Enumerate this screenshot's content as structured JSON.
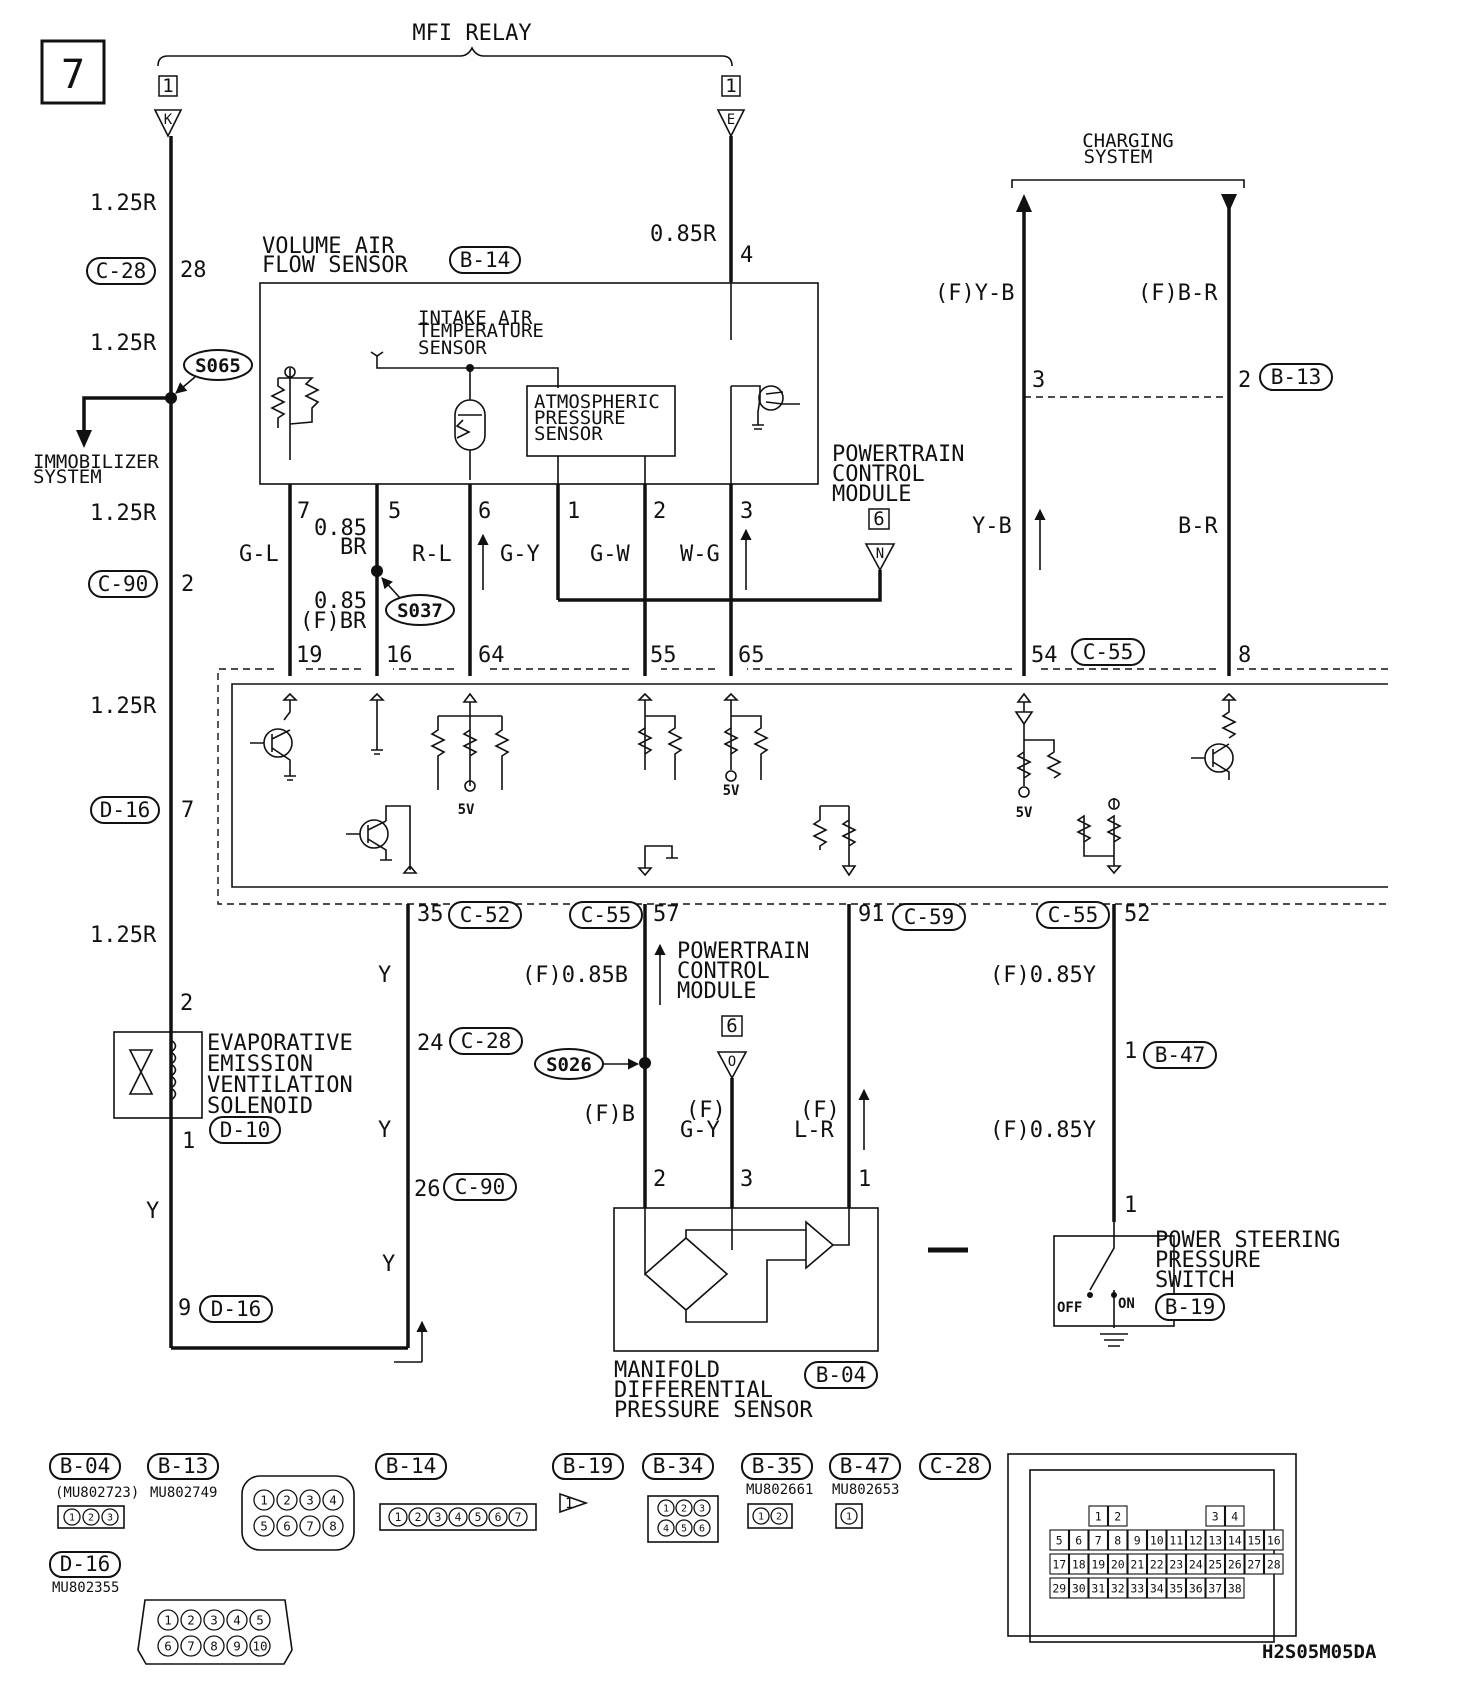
{
  "page_number": "7",
  "relay": {
    "title": "MFI RELAY",
    "term_left_num": "1",
    "term_left_letter": "K",
    "term_right_num": "1",
    "term_right_letter": "E"
  },
  "charging": {
    "title_line1": "CHARGING",
    "title_line2": "SYSTEM"
  },
  "immobilizer": {
    "line1": "IMMOBILIZER",
    "line2": "SYSTEM"
  },
  "splices": {
    "s065": "S065",
    "s037": "S037",
    "s026": "S026"
  },
  "wires": {
    "r125_a": "1.25R",
    "r125_b": "1.25R",
    "r125_c": "1.25R",
    "r125_d": "1.25R",
    "r125_e": "1.25R",
    "r085": "0.85R",
    "gl": "G-L",
    "br085_a": "0.85",
    "br085_b": "BR",
    "rl": "R-L",
    "gy": "G-Y",
    "gw": "G-W",
    "wg": "W-G",
    "br085f_a": "0.85",
    "br085f_b": "(F)BR",
    "fyb": "(F)Y-B",
    "fbr": "(F)B-R",
    "yb": "Y-B",
    "br": "B-R",
    "y1": "Y",
    "y2": "Y",
    "y3": "Y",
    "y4": "Y",
    "f085b": "(F)0.85B",
    "fb": "(F)B",
    "fgy_a": "(F)",
    "fgy_b": "G-Y",
    "flr_a": "(F)",
    "flr_b": "L-R",
    "f085y_a": "(F)0.85Y",
    "f085y_b": "(F)0.85Y"
  },
  "pins": {
    "p28": "28",
    "p2a": "2",
    "p7a": "7",
    "p2b": "2",
    "p1a": "1",
    "p9": "9",
    "p4": "4",
    "vaf7": "7",
    "vaf5": "5",
    "vaf6": "6",
    "vaf1": "1",
    "vaf2": "2",
    "vaf3": "3",
    "p19": "19",
    "p16": "16",
    "p64": "64",
    "p55": "55",
    "p65": "65",
    "p54": "54",
    "p8": "8",
    "ch3": "3",
    "ch2": "2",
    "p35": "35",
    "p57": "57",
    "p91": "91",
    "p52": "52",
    "p24": "24",
    "p26": "26",
    "m2": "2",
    "m3": "3",
    "m1": "1",
    "b47_1": "1",
    "ps1": "1"
  },
  "connectors": {
    "c28a": "C-28",
    "c90a": "C-90",
    "d16a": "D-16",
    "d10": "D-10",
    "d16b": "D-16",
    "b14": "B-14",
    "b13": "B-13",
    "c55a": "C-55",
    "c52": "C-52",
    "c55b": "C-55",
    "c59": "C-59",
    "c55c": "C-55",
    "c28b": "C-28",
    "c90b": "C-90",
    "b47": "B-47",
    "b19": "B-19",
    "b04": "B-04"
  },
  "components": {
    "vaf_line1": "VOLUME AIR",
    "vaf_line2": "FLOW SENSOR",
    "iat_line1": "INTAKE AIR",
    "iat_line2": "TEMPERATURE",
    "iat_line3": "SENSOR",
    "atm_line1": "ATMOSPHERIC",
    "atm_line2": "PRESSURE",
    "atm_line3": "SENSOR",
    "pcm1_line1": "POWERTRAIN",
    "pcm1_line2": "CONTROL",
    "pcm1_line3": "MODULE",
    "pcm1_num": "6",
    "pcm1_letter": "N",
    "pcm2_line1": "POWERTRAIN",
    "pcm2_line2": "CONTROL",
    "pcm2_line3": "MODULE",
    "pcm2_num": "6",
    "pcm2_letter": "O",
    "evap_line1": "EVAPORATIVE",
    "evap_line2": "EMISSION",
    "evap_line3": "VENTILATION",
    "evap_line4": "SOLENOID",
    "mdp_line1": "MANIFOLD",
    "mdp_line2": "DIFFERENTIAL",
    "mdp_line3": "PRESSURE SENSOR",
    "ps_line1": "POWER STEERING",
    "ps_line2": "PRESSURE",
    "ps_line3": "SWITCH",
    "off": "OFF",
    "on": "ON",
    "v5a": "5V",
    "v5b": "5V",
    "v5c": "5V"
  },
  "legend": {
    "b04": "B-04",
    "b04_part": "(MU802723)",
    "b13": "B-13",
    "b13_part": "MU802749",
    "b14": "B-14",
    "b19": "B-19",
    "b34": "B-34",
    "b35": "B-35",
    "b35_part": "MU802661",
    "b47": "B-47",
    "b47_part": "MU802653",
    "c28": "C-28",
    "d16": "D-16",
    "d16_part": "MU802355",
    "pins_b04": [
      "1",
      "2",
      "3"
    ],
    "pins_b13": [
      "1",
      "2",
      "3",
      "4",
      "5",
      "6",
      "7",
      "8"
    ],
    "pins_b14": [
      "1",
      "2",
      "3",
      "4",
      "5",
      "6",
      "7"
    ],
    "pins_b34": [
      "1",
      "2",
      "3",
      "4",
      "5",
      "6"
    ],
    "pins_b35": [
      "1",
      "2"
    ],
    "pins_b47": [
      "1"
    ],
    "pins_d16": [
      "1",
      "2",
      "3",
      "4",
      "5",
      "6",
      "7",
      "8",
      "9",
      "10"
    ],
    "pins_c28": [
      "1",
      "2",
      "3",
      "4",
      "5",
      "6",
      "7",
      "8",
      "9",
      "10",
      "11",
      "12",
      "13",
      "14",
      "15",
      "16",
      "17",
      "18",
      "19",
      "20",
      "21",
      "22",
      "23",
      "24",
      "25",
      "26",
      "27",
      "28",
      "29",
      "30",
      "31",
      "32",
      "33",
      "34",
      "35",
      "36",
      "37",
      "38"
    ]
  },
  "code": "H2S05M05DA"
}
